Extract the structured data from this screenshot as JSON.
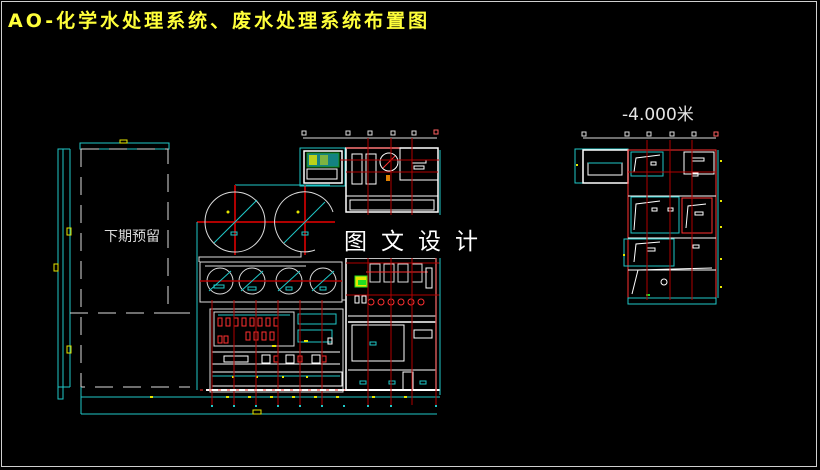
{
  "drawing": {
    "title": "AO-化学水处理系统、废水处理系统布置图",
    "watermark": "图文设计",
    "future_reserve_label": "下期预留",
    "basement_level_label": "-4.000米"
  },
  "colors": {
    "background": "#000000",
    "title": "#ffff3a",
    "wall": "#ffffff",
    "axis_grid": "#d40000",
    "dimension": "#1fc8c8",
    "marker": "#e6e600",
    "equipment_green": "#22dd22"
  },
  "views": [
    {
      "name": "ground-floor-plan",
      "areas": [
        "future-reserve-zone",
        "storage-tanks",
        "filter-tanks",
        "chemical-water-room",
        "wastewater-room"
      ]
    },
    {
      "name": "basement-plan",
      "level": "-4.000米"
    }
  ]
}
